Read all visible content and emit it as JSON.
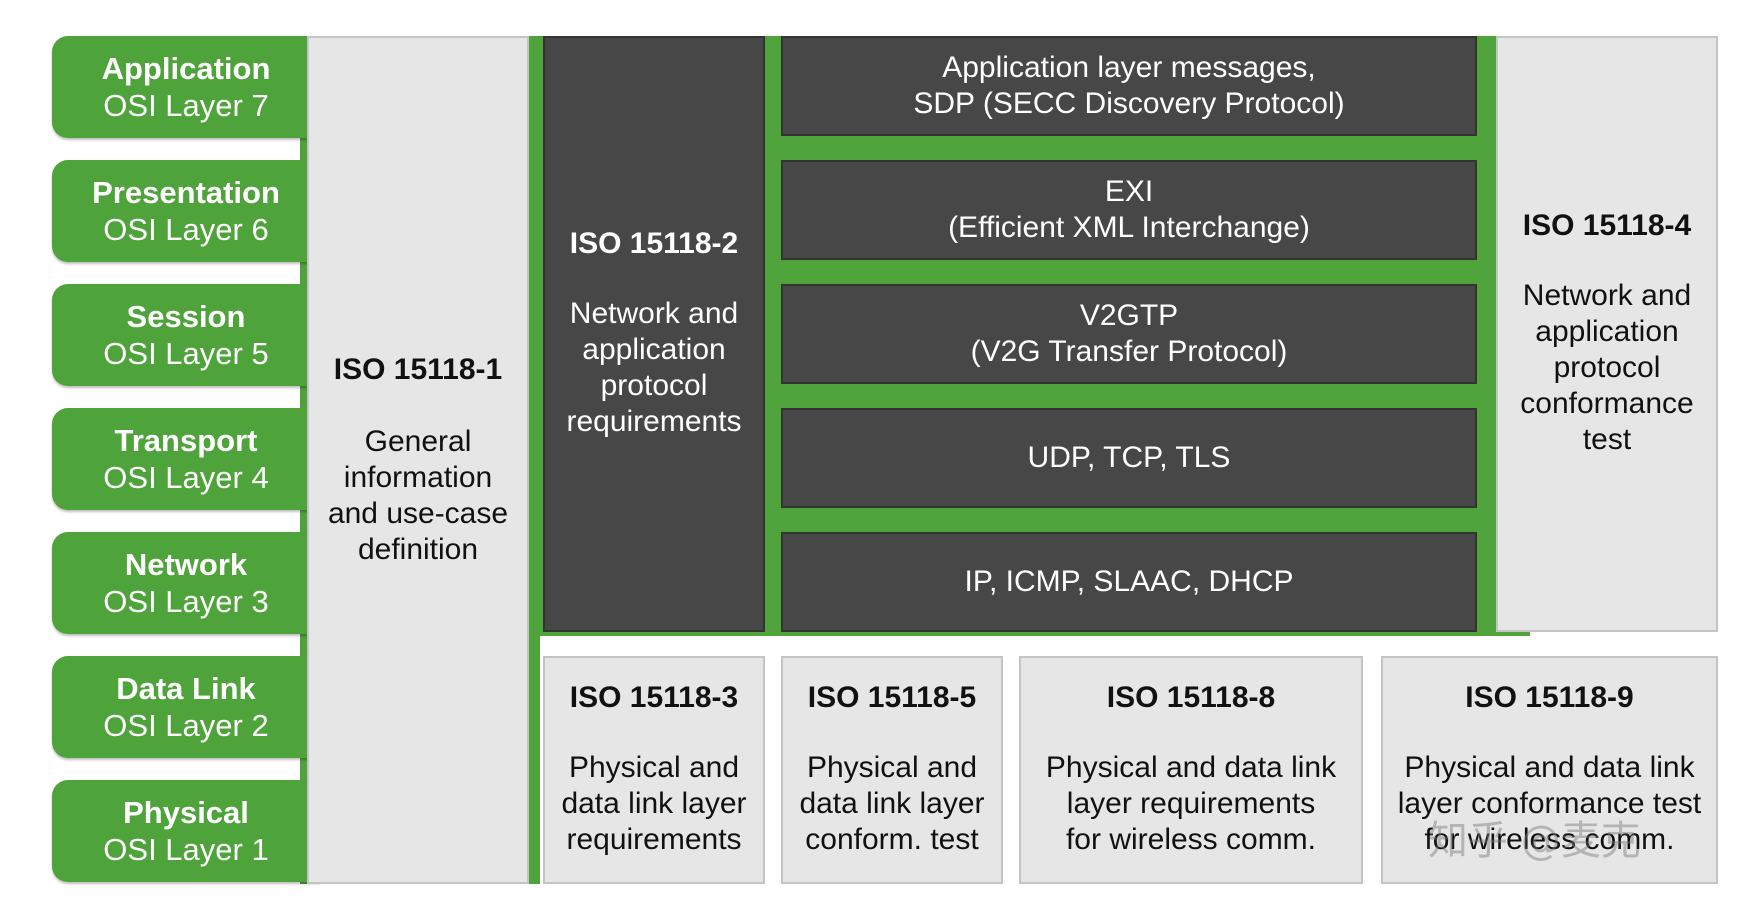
{
  "osi_layers": [
    {
      "name": "Application",
      "layer": "OSI Layer 7"
    },
    {
      "name": "Presentation",
      "layer": "OSI Layer 6"
    },
    {
      "name": "Session",
      "layer": "OSI Layer 5"
    },
    {
      "name": "Transport",
      "layer": "OSI Layer 4"
    },
    {
      "name": "Network",
      "layer": "OSI Layer 3"
    },
    {
      "name": "Data Link",
      "layer": "OSI Layer 2"
    },
    {
      "name": "Physical",
      "layer": "OSI Layer 1"
    }
  ],
  "standards": {
    "iso1": {
      "title": "ISO 15118-1",
      "desc": [
        "General",
        "information",
        "and use-case",
        "definition"
      ]
    },
    "iso2": {
      "title": "ISO 15118-2",
      "desc": [
        "Network and",
        "application",
        "protocol",
        "requirements"
      ]
    },
    "iso4": {
      "title": "ISO 15118-4",
      "desc": [
        "Network and",
        "application",
        "protocol",
        "conformance",
        "test"
      ]
    },
    "iso3": {
      "title": "ISO 15118-3",
      "desc": [
        "Physical and",
        "data link layer",
        "requirements"
      ]
    },
    "iso5": {
      "title": "ISO 15118-5",
      "desc": [
        "Physical and",
        "data link layer",
        "conform. test"
      ]
    },
    "iso8": {
      "title": "ISO 15118-8",
      "desc": [
        "Physical and data link",
        "layer requirements",
        "for wireless comm."
      ]
    },
    "iso9": {
      "title": "ISO 15118-9",
      "desc": [
        "Physical and data link",
        "layer conformance test",
        "for wireless comm."
      ]
    }
  },
  "protocols": [
    [
      "Application layer messages,",
      "SDP (SECC Discovery Protocol)"
    ],
    [
      "EXI",
      "(Efficient XML Interchange)"
    ],
    [
      "V2GTP",
      "(V2G Transfer Protocol)"
    ],
    [
      "UDP, TCP, TLS"
    ],
    [
      "IP, ICMP, SLAAC, DHCP"
    ]
  ],
  "watermark": "知乎 @麦克",
  "colors": {
    "green": "#4ea33a",
    "dark": "#474747",
    "light": "#e6e6e6"
  }
}
